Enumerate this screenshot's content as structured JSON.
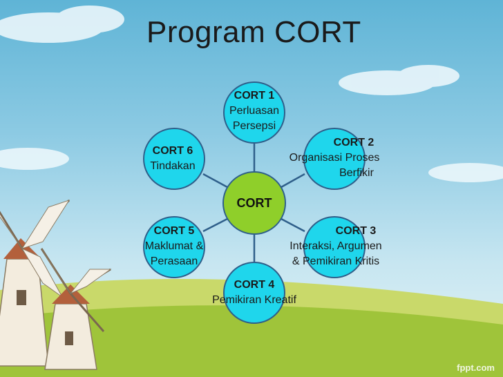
{
  "slide": {
    "title": "Program CORT",
    "watermark": "fppt.com"
  },
  "diagram": {
    "center": "CORT",
    "nodes": [
      {
        "id": "cort1",
        "title": "CORT 1",
        "desc_lines": [
          "Perluasan",
          "Persepsi"
        ]
      },
      {
        "id": "cort2",
        "title": "CORT 2",
        "desc_lines": [
          "Organisasi Proses",
          "Berfikir"
        ]
      },
      {
        "id": "cort3",
        "title": "CORT 3",
        "desc_lines": [
          "Interaksi, Argumen",
          "& Pemikiran Kritis"
        ]
      },
      {
        "id": "cort4",
        "title": "CORT 4",
        "desc_lines": [
          "Pemikiran Kreatif"
        ]
      },
      {
        "id": "cort5",
        "title": "CORT 5",
        "desc_lines": [
          "Maklumat &",
          "Perasaan"
        ]
      },
      {
        "id": "cort6",
        "title": "CORT 6",
        "desc_lines": [
          "Tindakan"
        ]
      }
    ],
    "colors": {
      "center": "#8fcf2a",
      "outer": "#1fd6ec",
      "stroke": "#2f5f8a",
      "connector": "#2f5f8a"
    }
  }
}
